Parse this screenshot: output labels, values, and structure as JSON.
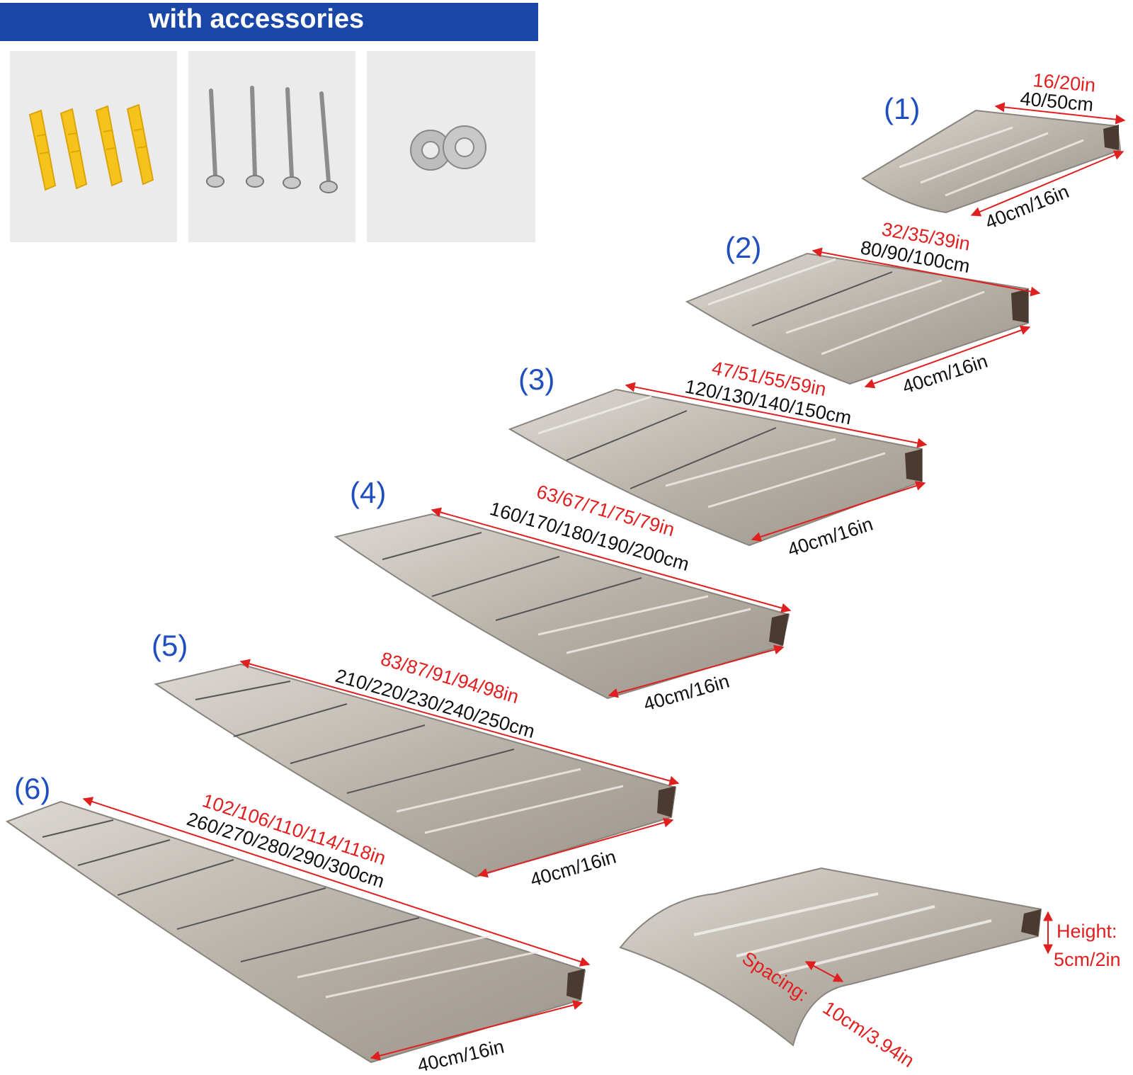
{
  "banner": {
    "text": "with accessories"
  },
  "accessories": [
    {
      "name": "wall plugs"
    },
    {
      "name": "screws"
    },
    {
      "name": "washers"
    }
  ],
  "colors": {
    "banner": "#1a46a8",
    "number": "#1f4fbf",
    "red": "#e02020",
    "black": "#111111",
    "panel": "#b0aaa4"
  },
  "awnings": [
    {
      "num": "(1)",
      "inch": "16/20in",
      "cm": "40/50cm",
      "depth": "40cm/16in"
    },
    {
      "num": "(2)",
      "inch": "32/35/39in",
      "cm": "80/90/100cm",
      "depth": "40cm/16in"
    },
    {
      "num": "(3)",
      "inch": "47/51/55/59in",
      "cm": "120/130/140/150cm",
      "depth": "40cm/16in"
    },
    {
      "num": "(4)",
      "inch": "63/67/71/75/79in",
      "cm": "160/170/180/190/200cm",
      "depth": "40cm/16in"
    },
    {
      "num": "(5)",
      "inch": "83/87/91/94/98in",
      "cm": "210/220/230/240/250cm",
      "depth": "40cm/16in"
    },
    {
      "num": "(6)",
      "inch": "102/106/110/114/118in",
      "cm": "260/270/280/290/300cm",
      "depth": "40cm/16in"
    }
  ],
  "detail": {
    "height_label": "Height:",
    "height_value": "5cm/2in",
    "spacing_label": "Spacing:",
    "spacing_value": "10cm/3.94in"
  }
}
